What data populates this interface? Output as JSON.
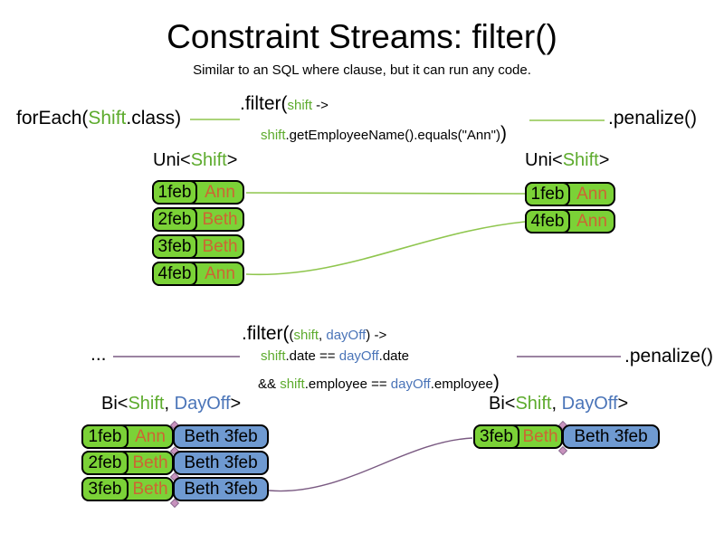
{
  "title": "Constraint Streams: filter()",
  "subtitle": "Similar to an SQL where clause, but it can run any code.",
  "top_flow": {
    "foreach_parts": [
      {
        "t": "forEach("
      },
      {
        "t": "Shift",
        "c": "green"
      },
      {
        "t": ".class)"
      }
    ],
    "filter_line1": [
      {
        "t": ".filter("
      },
      {
        "t": "shift",
        "c": "green",
        "sm": true
      },
      {
        "t": " ->",
        "sm": true
      }
    ],
    "filter_line2": [
      {
        "t": "shift",
        "c": "green"
      },
      {
        "t": ".getEmployeeName().equals(\"Ann\")"
      },
      {
        "t": ")",
        "lg": true
      }
    ],
    "penalize": ".penalize()"
  },
  "mid_flow": {
    "ellipsis": "...",
    "filter_line1": [
      {
        "t": ".filter("
      },
      {
        "t": "(",
        "sm": true
      },
      {
        "t": "shift",
        "c": "green",
        "sm": true
      },
      {
        "t": ", ",
        "sm": true
      },
      {
        "t": "dayOff",
        "c": "blue",
        "sm": true
      },
      {
        "t": ") ->",
        "sm": true
      }
    ],
    "filter_line2": [
      {
        "t": "shift",
        "c": "green"
      },
      {
        "t": ".date == "
      },
      {
        "t": "dayOff",
        "c": "blue"
      },
      {
        "t": ".date"
      }
    ],
    "filter_line3": [
      {
        "t": "&& "
      },
      {
        "t": "shift",
        "c": "green"
      },
      {
        "t": ".employee == "
      },
      {
        "t": "dayOff",
        "c": "blue"
      },
      {
        "t": ".employee"
      },
      {
        "t": ")",
        "lg": true
      }
    ],
    "penalize": ".penalize()"
  },
  "labels": {
    "uni_parts": [
      {
        "t": "Uni<"
      },
      {
        "t": "Shift",
        "c": "green"
      },
      {
        "t": ">"
      }
    ],
    "bi_parts": [
      {
        "t": "Bi<"
      },
      {
        "t": "Shift",
        "c": "green"
      },
      {
        "t": ", "
      },
      {
        "t": "DayOff",
        "c": "blue"
      },
      {
        "t": ">"
      }
    ]
  },
  "tables": {
    "top_left": {
      "rows": [
        {
          "date": "1feb",
          "name": "Ann"
        },
        {
          "date": "2feb",
          "name": "Beth"
        },
        {
          "date": "3feb",
          "name": "Beth"
        },
        {
          "date": "4feb",
          "name": "Ann"
        }
      ]
    },
    "top_right": {
      "rows": [
        {
          "date": "1feb",
          "name": "Ann"
        },
        {
          "date": "4feb",
          "name": "Ann"
        }
      ]
    },
    "bottom_left": {
      "rows": [
        {
          "date": "1feb",
          "name": "Ann",
          "dayoff": "Beth 3feb"
        },
        {
          "date": "2feb",
          "name": "Beth",
          "dayoff": "Beth 3feb"
        },
        {
          "date": "3feb",
          "name": "Beth",
          "dayoff": "Beth 3feb"
        }
      ]
    },
    "bottom_right": {
      "rows": [
        {
          "date": "3feb",
          "name": "Beth",
          "dayoff": "Beth 3feb"
        }
      ]
    }
  },
  "colors": {
    "shift_green_text": "#5dab2d",
    "dayoff_blue_text": "#4a74b8",
    "employee_orange_text": "#cc6633",
    "box_green": "#7bd237",
    "box_blue": "#6f9ad1",
    "connector_green": "#8fc64e",
    "connector_purple": "#7a5a82"
  }
}
